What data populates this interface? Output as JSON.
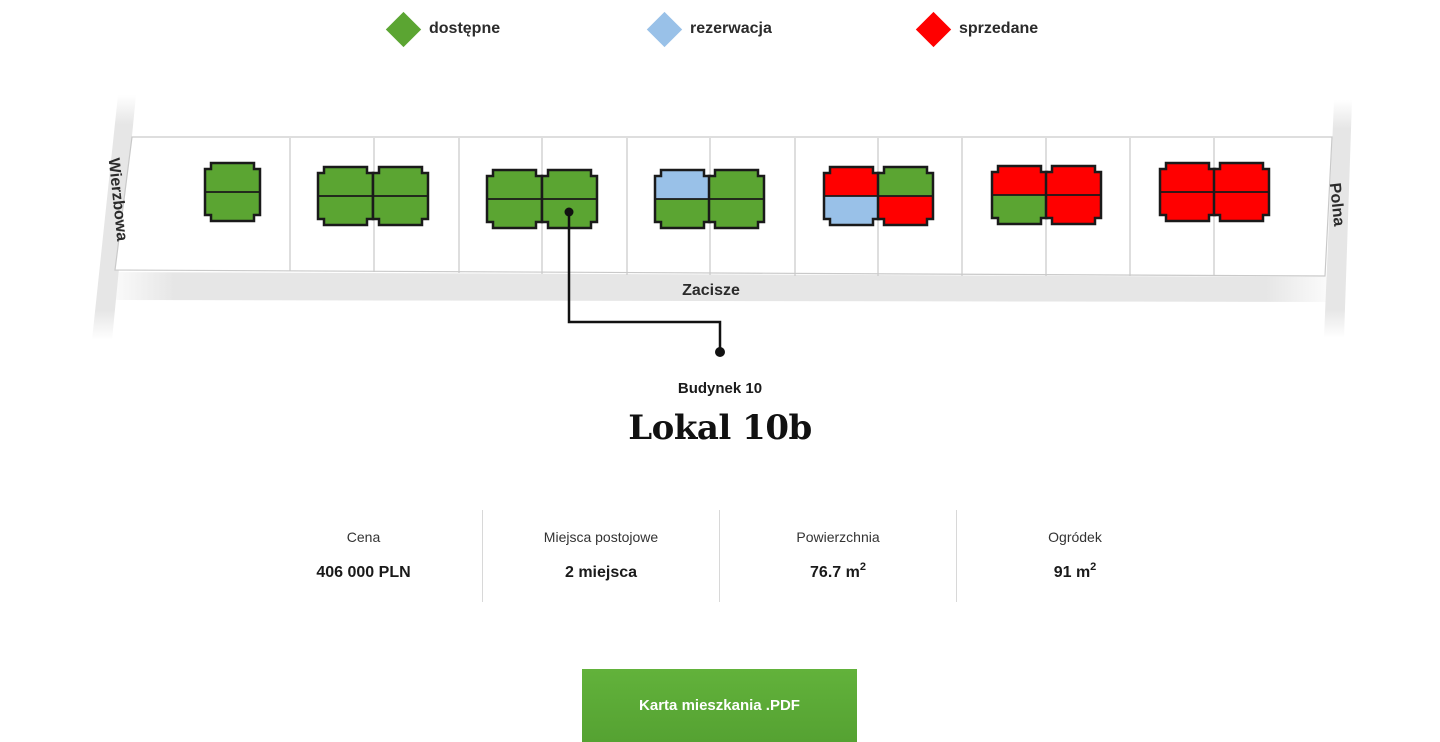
{
  "legend": [
    {
      "label": "dostępne",
      "status": "available"
    },
    {
      "label": "rezerwacja",
      "status": "reserved"
    },
    {
      "label": "sprzedane",
      "status": "sold"
    }
  ],
  "colors": {
    "available": "#5ba532",
    "reserved": "#99c1e8",
    "sold": "#ff0000",
    "outline": "#1a1a1a",
    "button": "#62b23b"
  },
  "map": {
    "streets": {
      "left": "Wierzbowa",
      "bottom": "Zacisze",
      "right": "Polna"
    },
    "buildings": [
      {
        "units": [
          [
            "available",
            "available"
          ]
        ]
      },
      {
        "units": [
          [
            "available",
            "available"
          ],
          [
            "available",
            "available"
          ]
        ]
      },
      {
        "units": [
          [
            "available",
            "available"
          ],
          [
            "available",
            "available"
          ]
        ]
      },
      {
        "units": [
          [
            "reserved",
            "available"
          ],
          [
            "available",
            "available"
          ]
        ]
      },
      {
        "units": [
          [
            "sold",
            "reserved"
          ],
          [
            "available",
            "sold"
          ]
        ]
      },
      {
        "units": [
          [
            "sold",
            "available"
          ],
          [
            "sold",
            "sold"
          ]
        ]
      },
      {
        "units": [
          [
            "sold",
            "sold"
          ],
          [
            "sold",
            "sold"
          ]
        ]
      }
    ],
    "selected_icon": "pointer-dot-icon"
  },
  "detail": {
    "building": "Budynek 10",
    "unit": "Lokal 10b",
    "stats": [
      {
        "label": "Cena",
        "value": "406 000 PLN",
        "sup": ""
      },
      {
        "label": "Miejsca postojowe",
        "value": "2 miejsca",
        "sup": ""
      },
      {
        "label": "Powierzchnia",
        "value": "76.7 m",
        "sup": "2"
      },
      {
        "label": "Ogródek",
        "value": "91 m",
        "sup": "2"
      }
    ]
  },
  "button": {
    "label": "Karta mieszkania .PDF"
  }
}
